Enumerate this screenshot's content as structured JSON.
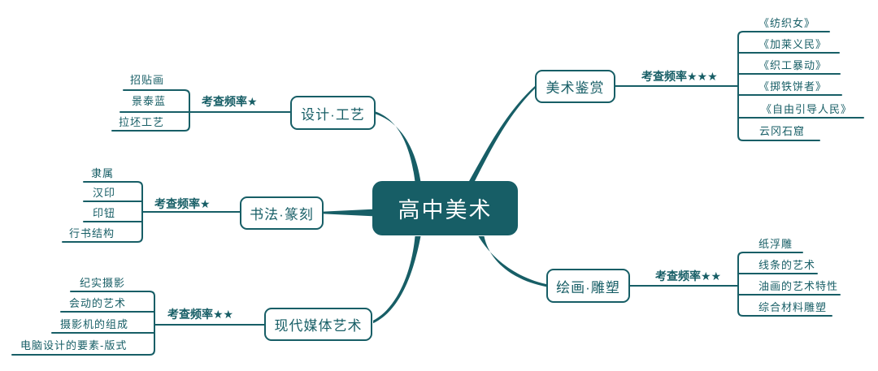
{
  "central": {
    "label": "高中美术"
  },
  "branches": [
    {
      "label": "设计·工艺",
      "freq": "考查频率★",
      "leaves": [
        "招贴画",
        "景泰蓝",
        "拉坯工艺"
      ]
    },
    {
      "label": "书法·篆刻",
      "freq": "考查频率★",
      "leaves": [
        "隶属",
        "汉印",
        "印钮",
        "行书结构"
      ]
    },
    {
      "label": "现代媒体艺术",
      "freq": "考查频率★★",
      "leaves": [
        "纪实摄影",
        "会动的艺术",
        "摄影机的组成",
        "电脑设计的要素-版式"
      ]
    },
    {
      "label": "美术鉴赏",
      "freq": "考查频率★★★",
      "leaves": [
        "《纺织女》",
        "《加莱义民》",
        "《织工暴动》",
        "《掷铁饼者》",
        "《自由引导人民》",
        "云冈石窟"
      ]
    },
    {
      "label": "绘画·雕塑",
      "freq": "考查频率★★",
      "leaves": [
        "纸浮雕",
        "线条的艺术",
        "油画的艺术特性",
        "综合材料雕塑"
      ]
    }
  ],
  "colors": {
    "accent": "#175e66",
    "background": "#ffffff",
    "central_text": "#ffffff"
  }
}
